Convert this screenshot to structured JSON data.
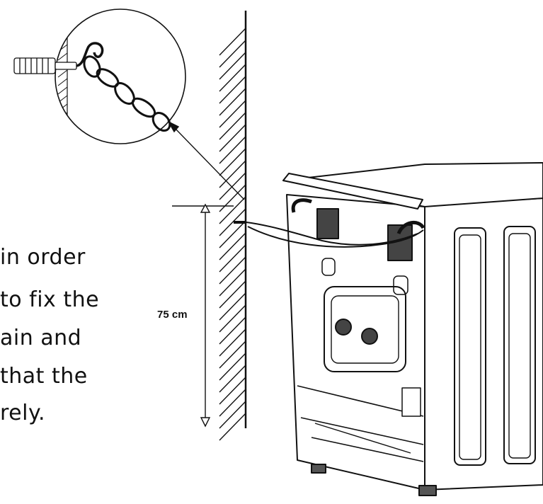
{
  "caption": {
    "lines": [
      "in  order",
      "to  fix  the",
      "ain  and",
      "that  the",
      "rely."
    ]
  },
  "measurement": {
    "label": "75 cm"
  },
  "icons": {
    "detail": "chain-hook-icon",
    "appliance": "washing-machine-icon"
  }
}
